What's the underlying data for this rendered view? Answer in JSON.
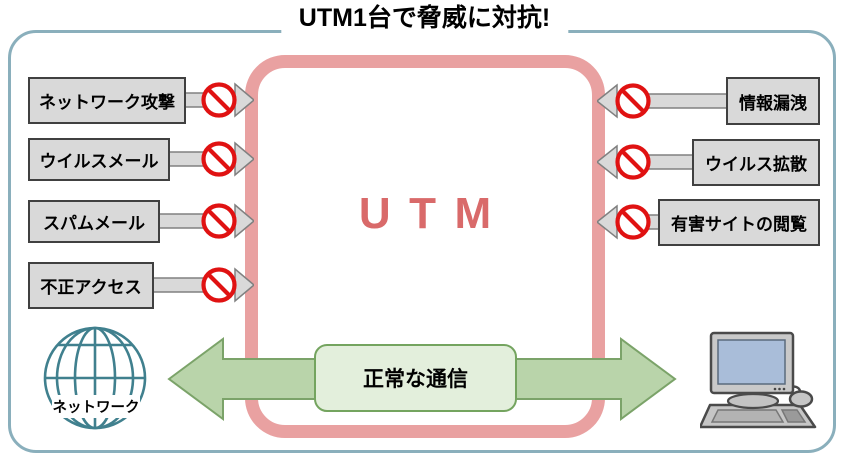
{
  "title": "UTM1台で脅威に対抗!",
  "utm": {
    "label": "UTM"
  },
  "threats_left": [
    {
      "label": "ネットワーク攻撃"
    },
    {
      "label": "ウイルスメール"
    },
    {
      "label": "スパムメール"
    },
    {
      "label": "不正アクセス"
    }
  ],
  "threats_right": [
    {
      "label": "情報漏洩"
    },
    {
      "label": "ウイルス拡散"
    },
    {
      "label": "有害サイトの閲覧"
    }
  ],
  "normal_traffic": {
    "label": "正常な通信"
  },
  "network": {
    "label": "ネットワーク"
  },
  "icons": {
    "prohibition": "no-entry-prohibition-sign",
    "blocked_arrow": "gray-block-arrow",
    "bidirectional_arrow": "green-double-headed-arrow",
    "globe": "wireframe-globe",
    "computer": "desktop-computer"
  },
  "colors": {
    "frame_border": "#8aafbc",
    "utm_border": "#e9a1a1",
    "utm_text": "#d96a6a",
    "threat_box_fill": "#d9d9d9",
    "threat_box_border": "#404040",
    "arrow_fill": "#d9d9d9",
    "arrow_border": "#808080",
    "prohibition_red": "#e01212",
    "green_arrow_fill": "#b9d4aa",
    "green_arrow_border": "#7ba369",
    "traffic_box_fill": "#e3efdc",
    "traffic_box_border": "#74a45f",
    "globe_stroke": "#40808e",
    "monitor_screen": "#a9bdd9"
  }
}
